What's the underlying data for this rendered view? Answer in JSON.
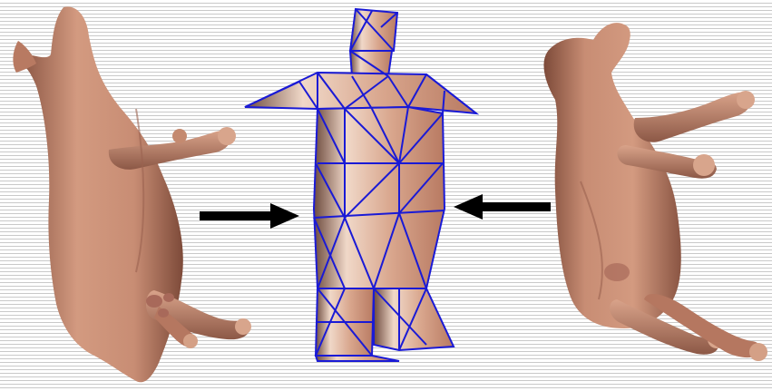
{
  "scene": {
    "background_color": "#ffffff",
    "stripe_color": "#c9c9c9",
    "skin_color": "#c98f76",
    "skin_shadow_color": "#7a4a38",
    "mesh_line_color": "#1a1ad6",
    "arrow_color": "#000000",
    "objects": [
      {
        "name": "pig-model-left",
        "kind": "textured 3D pig model"
      },
      {
        "name": "arrow-right",
        "kind": "arrow pointing right"
      },
      {
        "name": "humanoid-skeleton-mesh",
        "kind": "triangulated humanoid base mesh"
      },
      {
        "name": "arrow-left",
        "kind": "arrow pointing left"
      },
      {
        "name": "pig-model-right",
        "kind": "textured 3D pig model"
      }
    ]
  }
}
